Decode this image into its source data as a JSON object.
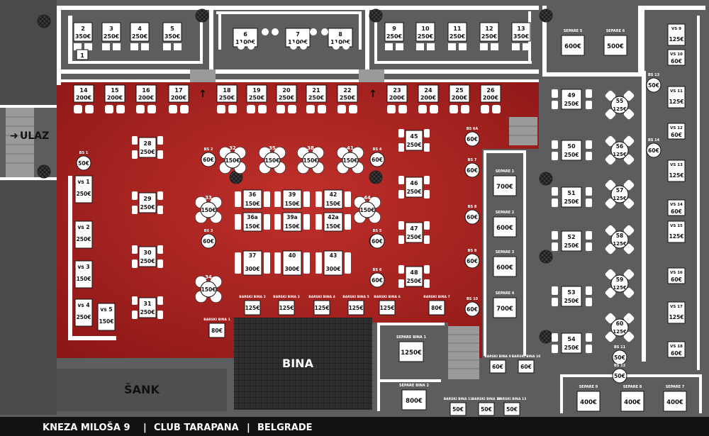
{
  "footer": {
    "address": "KNEZA MILOŠA 9",
    "club": "CLUB TARAPANA",
    "city": "BELGRADE",
    "separator": "|"
  },
  "areas": {
    "entrance": "ULAZ",
    "bar": "ŠANK",
    "stage": "BINA"
  },
  "top_booths": [
    {
      "n": "2",
      "p": "350€"
    },
    {
      "n": "3",
      "p": "250€"
    },
    {
      "n": "4",
      "p": "250€"
    },
    {
      "n": "5",
      "p": "350€"
    },
    {
      "n": "6",
      "p": "1100€"
    },
    {
      "n": "7",
      "p": "1100€"
    },
    {
      "n": "8",
      "p": "1100€"
    },
    {
      "n": "9",
      "p": "250€"
    },
    {
      "n": "10",
      "p": "250€"
    },
    {
      "n": "11",
      "p": "250€"
    },
    {
      "n": "12",
      "p": "250€"
    },
    {
      "n": "13",
      "p": "350€"
    }
  ],
  "small_booth_1": "1",
  "row_tables": [
    {
      "n": "14",
      "p": "200€"
    },
    {
      "n": "15",
      "p": "200€"
    },
    {
      "n": "16",
      "p": "200€"
    },
    {
      "n": "17",
      "p": "200€"
    },
    {
      "n": "18",
      "p": "250€"
    },
    {
      "n": "19",
      "p": "250€"
    },
    {
      "n": "20",
      "p": "250€"
    },
    {
      "n": "21",
      "p": "250€"
    },
    {
      "n": "22",
      "p": "250€"
    },
    {
      "n": "23",
      "p": "200€"
    },
    {
      "n": "24",
      "p": "200€"
    },
    {
      "n": "25",
      "p": "200€"
    },
    {
      "n": "26",
      "p": "200€"
    }
  ],
  "left_tables": [
    {
      "n": "28",
      "p": "250€"
    },
    {
      "n": "29",
      "p": "250€"
    },
    {
      "n": "30",
      "p": "250€"
    },
    {
      "n": "31",
      "p": "250€"
    }
  ],
  "right_tables": [
    {
      "n": "45",
      "p": "250€"
    },
    {
      "n": "46",
      "p": "250€"
    },
    {
      "n": "47",
      "p": "250€"
    },
    {
      "n": "48",
      "p": "250€"
    }
  ],
  "vs_left": [
    {
      "n": "vs 1",
      "p": "250€"
    },
    {
      "n": "vs 2",
      "p": "250€"
    },
    {
      "n": "vs 3",
      "p": "150€"
    },
    {
      "n": "vs 4",
      "p": "250€"
    },
    {
      "n": "vs 5",
      "p": "150€"
    }
  ],
  "bs_left": [
    {
      "n": "BS 1",
      "p": "50€"
    },
    {
      "n": "BS 2",
      "p": "60€"
    },
    {
      "n": "BS 3",
      "p": "60€"
    },
    {
      "n": "BS 4",
      "p": "60€"
    },
    {
      "n": "BS 5",
      "p": "60€"
    },
    {
      "n": "BS 6",
      "p": "60€"
    }
  ],
  "round_tables": [
    {
      "n": "32",
      "p": "150€"
    },
    {
      "n": "35",
      "p": "150€"
    },
    {
      "n": "38",
      "p": "150€"
    },
    {
      "n": "41",
      "p": "150€"
    },
    {
      "n": "33",
      "p": "150€"
    },
    {
      "n": "44",
      "p": "150€"
    },
    {
      "n": "34",
      "p": "150€"
    }
  ],
  "center_tables": [
    {
      "n": "36",
      "p": "150€"
    },
    {
      "n": "39",
      "p": "150€"
    },
    {
      "n": "42",
      "p": "150€"
    },
    {
      "n": "36a",
      "p": "150€"
    },
    {
      "n": "39a",
      "p": "150€"
    },
    {
      "n": "42a",
      "p": "150€"
    },
    {
      "n": "37",
      "p": "300€"
    },
    {
      "n": "40",
      "p": "300€"
    },
    {
      "n": "43",
      "p": "300€"
    }
  ],
  "barski_bina": {
    "label": "BARSKI BINA",
    "items": [
      {
        "n": "1",
        "p": "80€"
      },
      {
        "n": "2",
        "p": "125€"
      },
      {
        "n": "3",
        "p": "125€"
      },
      {
        "n": "4",
        "p": "125€"
      },
      {
        "n": "5",
        "p": "125€"
      },
      {
        "n": "6",
        "p": "125€"
      },
      {
        "n": "7",
        "p": "80€"
      }
    ]
  },
  "bs_right": [
    {
      "n": "BS 6A",
      "p": "60€"
    },
    {
      "n": "BS 7",
      "p": "60€"
    },
    {
      "n": "BS 8",
      "p": "60€"
    },
    {
      "n": "BS 9",
      "p": "60€"
    },
    {
      "n": "BS 10",
      "p": "60€"
    }
  ],
  "separe": [
    {
      "n": "SEPARE 1",
      "p": "700€"
    },
    {
      "n": "SEPARE 2",
      "p": "600€"
    },
    {
      "n": "SEPARE 3",
      "p": "600€"
    },
    {
      "n": "SEPARE 4",
      "p": "700€"
    },
    {
      "n": "SEPARE 5",
      "p": "600€"
    },
    {
      "n": "SEPARE 6",
      "p": "500€"
    },
    {
      "n": "SEPARE 9",
      "p": "400€"
    },
    {
      "n": "SEPARE 8",
      "p": "400€"
    },
    {
      "n": "SEPARE 7",
      "p": "400€"
    }
  ],
  "separe_bina": [
    {
      "n": "SEPARE BINA 1",
      "p": "1250€"
    },
    {
      "n": "SEPARE BINA 2",
      "p": "800€"
    }
  ],
  "barski_small": {
    "label": "BARSKI BINA",
    "items": [
      {
        "n": "9",
        "p": "60€"
      },
      {
        "n": "10",
        "p": "60€"
      },
      {
        "n": "11",
        "p": "50€"
      },
      {
        "n": "12",
        "p": "50€"
      },
      {
        "n": "13",
        "p": "50€"
      }
    ]
  },
  "east_tables": [
    {
      "n": "49",
      "p": "250€"
    },
    {
      "n": "50",
      "p": "250€"
    },
    {
      "n": "51",
      "p": "250€"
    },
    {
      "n": "52",
      "p": "250€"
    },
    {
      "n": "53",
      "p": "250€"
    },
    {
      "n": "54",
      "p": "250€"
    }
  ],
  "east_round": [
    {
      "n": "55",
      "p": "125€"
    },
    {
      "n": "56",
      "p": "125€"
    },
    {
      "n": "57",
      "p": "125€"
    },
    {
      "n": "58",
      "p": "125€"
    },
    {
      "n": "59",
      "p": "125€"
    },
    {
      "n": "60",
      "p": "125€"
    }
  ],
  "vs_right": [
    {
      "n": "VS 9",
      "p": "125€"
    },
    {
      "n": "VS 10",
      "p": "60€"
    },
    {
      "n": "VS 11",
      "p": "125€"
    },
    {
      "n": "VS 12",
      "p": "60€"
    },
    {
      "n": "VS 13",
      "p": "125€"
    },
    {
      "n": "VS 14",
      "p": "60€"
    },
    {
      "n": "VS 15",
      "p": "125€"
    },
    {
      "n": "VS 16",
      "p": "60€"
    },
    {
      "n": "VS 17",
      "p": "125€"
    },
    {
      "n": "VS 18",
      "p": "60€"
    }
  ],
  "bs_east": [
    {
      "n": "BS 13",
      "p": "50€"
    },
    {
      "n": "BS 14",
      "p": "60€"
    },
    {
      "n": "BS 11",
      "p": "50€"
    },
    {
      "n": "BS 12",
      "p": "50€"
    }
  ],
  "colors": {
    "floor_red": "#a3211f",
    "floor_grey": "#5d5d5f",
    "wall": "#ffffff",
    "block": "#ffffff",
    "text": "#111111",
    "dark": "#2a2a2a"
  }
}
